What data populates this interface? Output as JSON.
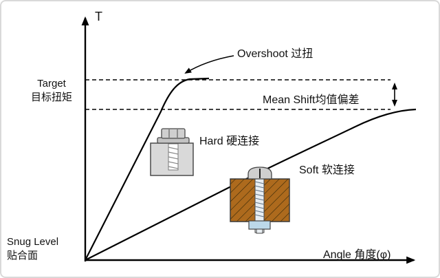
{
  "labels": {
    "torque_axis": "T",
    "angle_axis": "Angle 角度(φ)",
    "snug_line1": "Snug Level",
    "snug_line2": "贴合面",
    "target_line1": "Target",
    "target_line2": "目标扭矩",
    "overshoot": "Overshoot 过扭",
    "mean_shift": "Mean Shift均值偏差",
    "hard_joint": "Hard 硬连接",
    "soft_joint": "Soft 软连接"
  },
  "colors": {
    "curve_line": "#000000",
    "hard_block": "#d9d9d9",
    "bolt_head": "#cfcfcf",
    "soft_wood_block": "#ad6a1d",
    "wood_hatch": "#3a2a08",
    "nut_blue": "#bcd8ea",
    "frame": "#d9d9d9",
    "background": "#ffffff"
  }
}
